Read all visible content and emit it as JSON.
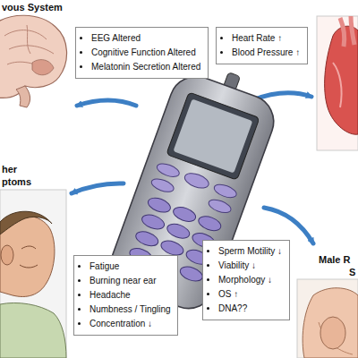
{
  "diagram": {
    "nodes": [
      {
        "text": [
          "EEG Altered",
          "Cognitive Function Altered",
          "Melatonin Secretion Altered"
        ]
      },
      {
        "text": [
          "Heart Rate ↑",
          "Blood Pressure ↑"
        ]
      },
      {
        "text": [
          "Fatigue",
          "Burning near ear",
          "Headache",
          "Numbness / Tingling",
          "Concentration ↓"
        ]
      },
      {
        "text": [
          "Sperm Motility ↓",
          "Viability ↓",
          "Morphology ↓",
          "OS ↑",
          "DNA??"
        ]
      }
    ],
    "labels": [
      "vous System",
      "her",
      "ptoms",
      "Male R",
      "S"
    ]
  }
}
